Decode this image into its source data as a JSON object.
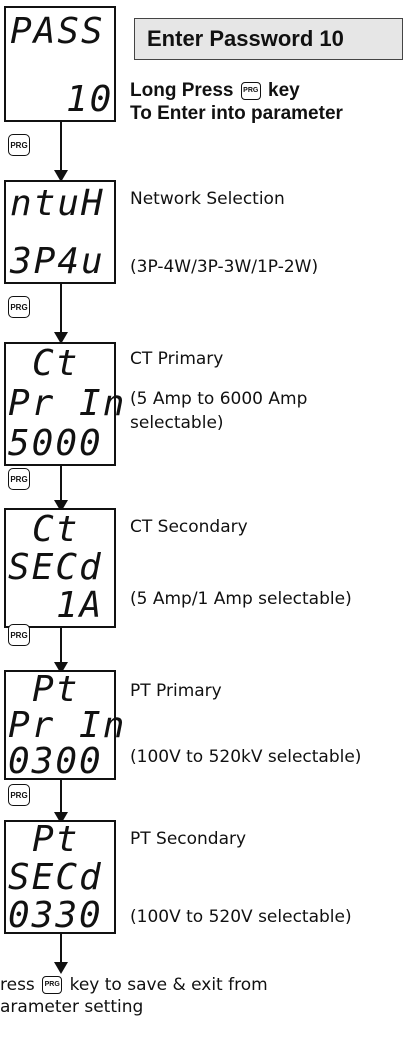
{
  "title": "Enter Password 10",
  "steps": [
    {
      "lines": [
        "PASS",
        "10"
      ],
      "label": ""
    },
    {
      "lines": [
        "ntuH",
        "3P4u"
      ],
      "label": "Network Selection",
      "detail": "(3P-4W/3P-3W/1P-2W)"
    },
    {
      "lines": [
        "Ct",
        "Pr In",
        "5000"
      ],
      "label": "CT Primary",
      "detail": "(5 Amp to 6000 Amp",
      "detail2": "selectable)"
    },
    {
      "lines": [
        "Ct",
        "SECd",
        "1A"
      ],
      "label": "CT Secondary",
      "detail": "(5 Amp/1 Amp selectable)"
    },
    {
      "lines": [
        "Pt",
        "Pr In",
        "0300"
      ],
      "label": "PT Primary",
      "detail": "(100V to 520kV selectable)"
    },
    {
      "lines": [
        "Pt",
        "SECd",
        "0330"
      ],
      "label": "PT Secondary",
      "detail": "(100V to 520V selectable)"
    }
  ],
  "instruction": {
    "line1a": "Long Press",
    "line1b": "key",
    "line2": "To Enter into parameter"
  },
  "prg_key": "PRG",
  "footer": {
    "line1a": "ress",
    "line1b": "key to save & exit from",
    "line2": "arameter setting"
  }
}
